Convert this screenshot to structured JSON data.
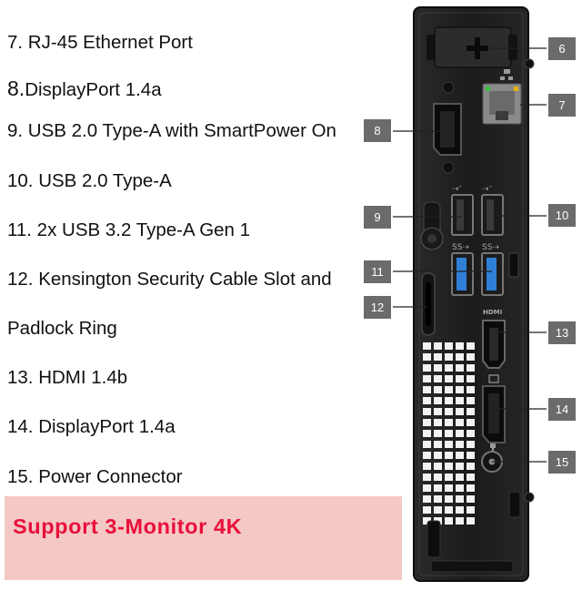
{
  "features": [
    {
      "id": "7",
      "label": "7. RJ-45 Ethernet Port"
    },
    {
      "id": "8",
      "label": "DisplayPort 1.4a",
      "num": "8."
    },
    {
      "id": "9",
      "label": "9. USB 2.0 Type-A with SmartPower On"
    },
    {
      "id": "10",
      "label": "10. USB 2.0 Type-A"
    },
    {
      "id": "11",
      "label": "11. 2x USB 3.2 Type-A Gen 1"
    },
    {
      "id": "12a",
      "label": "12. Kensington Security Cable Slot and"
    },
    {
      "id": "12b",
      "label": "Padlock Ring"
    },
    {
      "id": "13",
      "label": "13. HDMI 1.4b"
    },
    {
      "id": "14",
      "label": "14. DisplayPort 1.4a"
    },
    {
      "id": "15",
      "label": "15. Power Connector"
    }
  ],
  "banner": {
    "text": "Support 3-Monitor 4K"
  },
  "callouts": {
    "c6": "6",
    "c7": "7",
    "c8": "8",
    "c9": "9",
    "c10": "10",
    "c11": "11",
    "c12": "12",
    "c13": "13",
    "c14": "14",
    "c15": "15"
  },
  "port_marks": {
    "hdmi": "HDMI"
  },
  "colors": {
    "banner_bg": "#f4c8c4",
    "banner_text": "#e8103a",
    "callout_bg": "#6b6b6b",
    "usb3_blue": "#2f7fd6"
  }
}
